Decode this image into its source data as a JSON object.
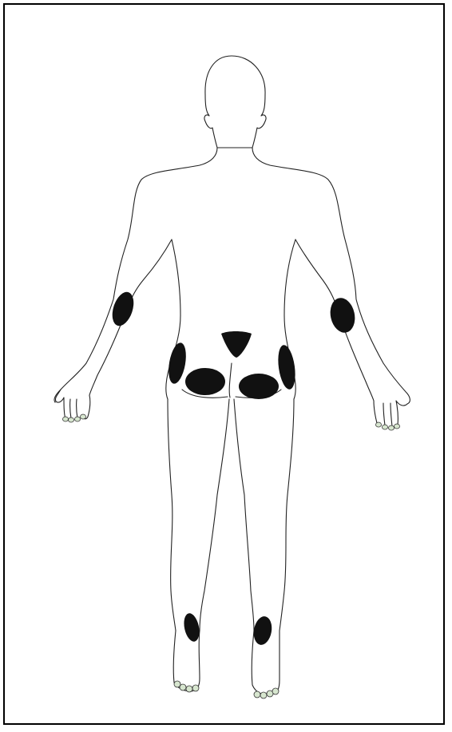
{
  "figure": {
    "view": "posterior",
    "spot_color": "#111111",
    "outline_color": "#222222",
    "nail_color": "#d7e6cf",
    "marked_regions": [
      "left-elbow",
      "right-elbow",
      "sacrum",
      "left-hip",
      "right-hip",
      "left-buttock",
      "right-buttock",
      "left-heel",
      "right-heel"
    ]
  }
}
